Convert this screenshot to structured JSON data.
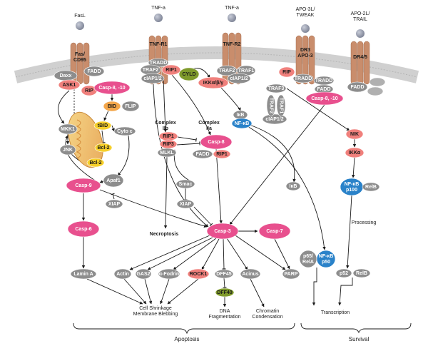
{
  "receptors": [
    {
      "id": "fasl",
      "ligand": "FasL",
      "name": "Fas/\nCD95"
    },
    {
      "id": "tnfr1",
      "ligand": "TNF-a",
      "name": "TNF-R1"
    },
    {
      "id": "tnfr2",
      "ligand": "TNF-a",
      "name": "TNF-R2"
    },
    {
      "id": "dr3",
      "ligand": "APO-3L/\nTWEAK",
      "name": "DR3\nAPO-3"
    },
    {
      "id": "dr45",
      "ligand": "APO-2L/\nTRAIL",
      "name": "DR4/5"
    }
  ],
  "nodes": {
    "daxx": "Daxx",
    "fadd1": "FADD",
    "ask1": "ASK1",
    "rip1a": "RIP",
    "casp810a": "Casp-8, -10",
    "bid": "BID",
    "flip": "FLIP",
    "tradd1": "TRADD",
    "traf2a": "TRAF2",
    "rip1b": "RIP1",
    "ciap1": "cIAP1/2",
    "cyld": "CYLD",
    "ikk": "IKKα/β/γ",
    "traf2b": "TRAF2",
    "traf1a": "TRAF1",
    "ciap2": "cIAP1/2",
    "rip2": "RIP",
    "tradd2": "TRADD",
    "tradd3": "TRADD",
    "fadd2": "FADD",
    "fadd3": "FADD",
    "casp810b": "Casp-8, -10",
    "traf3": "TRAF3",
    "traf2c": "TRAF2",
    "traf1b": "TRAF1",
    "ciap3": "cIAP1/2",
    "ikb1": "IκB",
    "nfkb1": "NF-κB",
    "mkk1": "MKK1",
    "jnk": "JNK",
    "tbid": "tBID",
    "cytoc": "Cyto c",
    "bcl2a": "Bcl-2",
    "bcl2b": "Bcl-2",
    "complex2b": "Complex\nIIb",
    "complex2a": "Complex\nIIa",
    "rip1c": "RIP1",
    "rip3": "RIP3",
    "mlkl": "MLKL",
    "casp8": "Casp-8",
    "fadd4": "FADD",
    "rip1d": "RIP1",
    "apaf1": "Apaf1",
    "casp9": "Casp-9",
    "xiap1": "XIAP",
    "smac": "Smac",
    "xiap2": "XIAP",
    "ikb2": "IκB",
    "nik": "NIK",
    "ikka": "IKKα",
    "nfkbp100": "NF-κB\np100",
    "relb1": "RelB",
    "casp6": "Casp-6",
    "necroptosis": "Necroptosis",
    "casp3": "Casp-3",
    "casp7": "Casp-7",
    "processing": "Processing",
    "p65rela": "p65/\nRelA",
    "nfkbp50": "NF-κB\np50",
    "p52": "p52",
    "relb2": "RelB",
    "lamina": "Lamin A",
    "actin": "Actin",
    "gas2": "GAS2",
    "afodrin": "α-Fodrin",
    "rock1": "ROCK1",
    "dff45": "DFF45",
    "acinus": "Acinus",
    "parp": "PARP",
    "dff40": "DFF40"
  },
  "outcomes": {
    "shrinkage": "Cell Shrinkage\nMembrane Blebbing",
    "dna": "DNA\nFragmentation",
    "chromatin": "Chromatin\nCondensation",
    "transcription": "Transcription"
  },
  "brackets": {
    "apoptosis": "Apoptosis",
    "survival": "Survival"
  },
  "colors": {
    "pink": "#e8508e",
    "salmon": "#f0807c",
    "gray": "#8d8d8d",
    "blue": "#2a82c9",
    "yellow": "#f6cf2a",
    "orange": "#f3a64a",
    "olive": "#7f9a2c",
    "receptor": "#c98d6c",
    "membrane": "#c9c9c9"
  }
}
